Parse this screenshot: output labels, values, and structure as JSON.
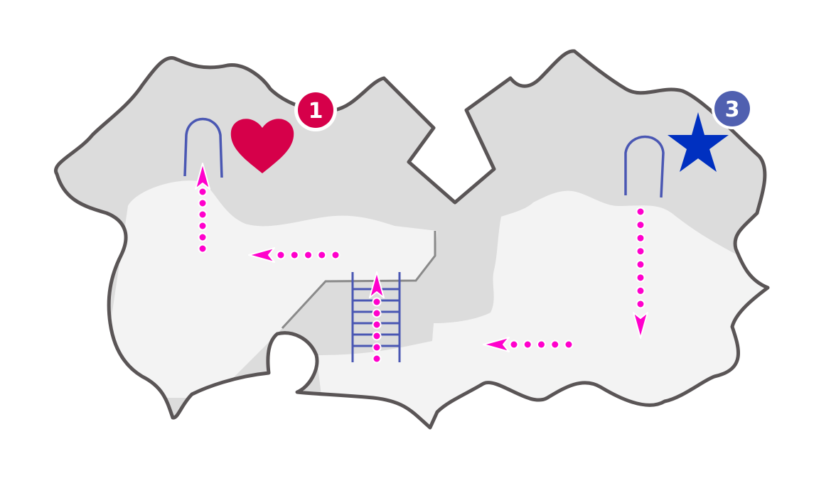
{
  "map": {
    "colors": {
      "outline": "#5a5556",
      "dark_floor": "#dcdcdc",
      "light_floor": "#f3f3f3",
      "ledge_line": "#8a8a8a",
      "ladder": "#4a57b3",
      "arch": "#4a57b3",
      "path_arrow": "#ff00cc",
      "heart": "#d6004a",
      "star": "#0030c0",
      "badge_one": "#d6004a",
      "badge_three": "#5060b0"
    },
    "markers": {
      "badge_one": {
        "label": "1",
        "icon": "heart-icon"
      },
      "badge_three": {
        "label": "3",
        "icon": "star-icon"
      }
    },
    "features": [
      "door-arch-left",
      "door-arch-right",
      "ladder"
    ],
    "path": {
      "style": "dotted-arrow",
      "sequence": [
        "right-door-down",
        "left-along-floor",
        "up-ladder",
        "left-along-ledge",
        "up-to-left-door"
      ]
    }
  }
}
